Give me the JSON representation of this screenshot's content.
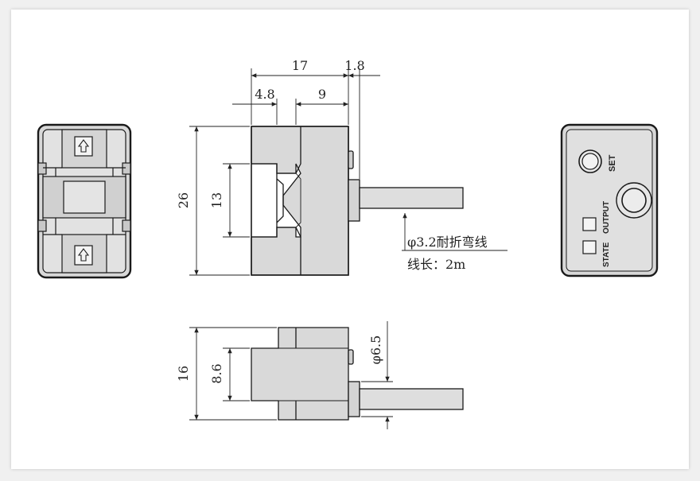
{
  "dimensions": {
    "d17": "17",
    "d1_8": "1.8",
    "d4_8": "4.8",
    "d9": "9",
    "d26": "26",
    "d13": "13",
    "d16": "16",
    "d8_6": "8.6",
    "d6_5": "φ6.5"
  },
  "notes": {
    "cable": "φ3.2耐折弯线",
    "length": "线长：2m"
  },
  "panel": {
    "set_label": "SET",
    "output_label": "OUTPUT",
    "state_label": "STATE"
  },
  "colors": {
    "body_fill": "#dcdcdc",
    "body_stroke": "#1a1a1a",
    "dim_line": "#222222"
  }
}
